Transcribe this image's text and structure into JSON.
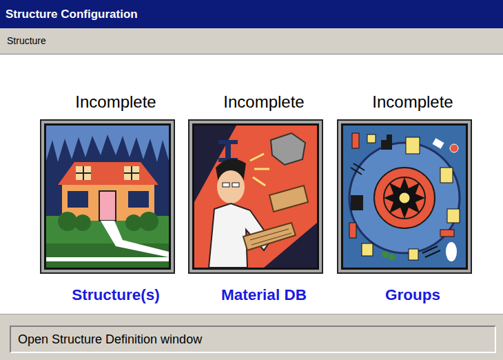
{
  "diagram": {
    "nodes": [
      {
        "text": [
          "Structure Configuration"
        ]
      },
      {
        "text": [
          "Structure"
        ]
      },
      {
        "text": [
          "Incomplete",
          "Structure(s)"
        ]
      },
      {
        "text": [
          "Incomplete",
          "Material DB"
        ]
      },
      {
        "text": [
          "Incomplete",
          "Groups"
        ]
      },
      {
        "text": [
          "Open Structure Definition window"
        ]
      }
    ]
  }
}
